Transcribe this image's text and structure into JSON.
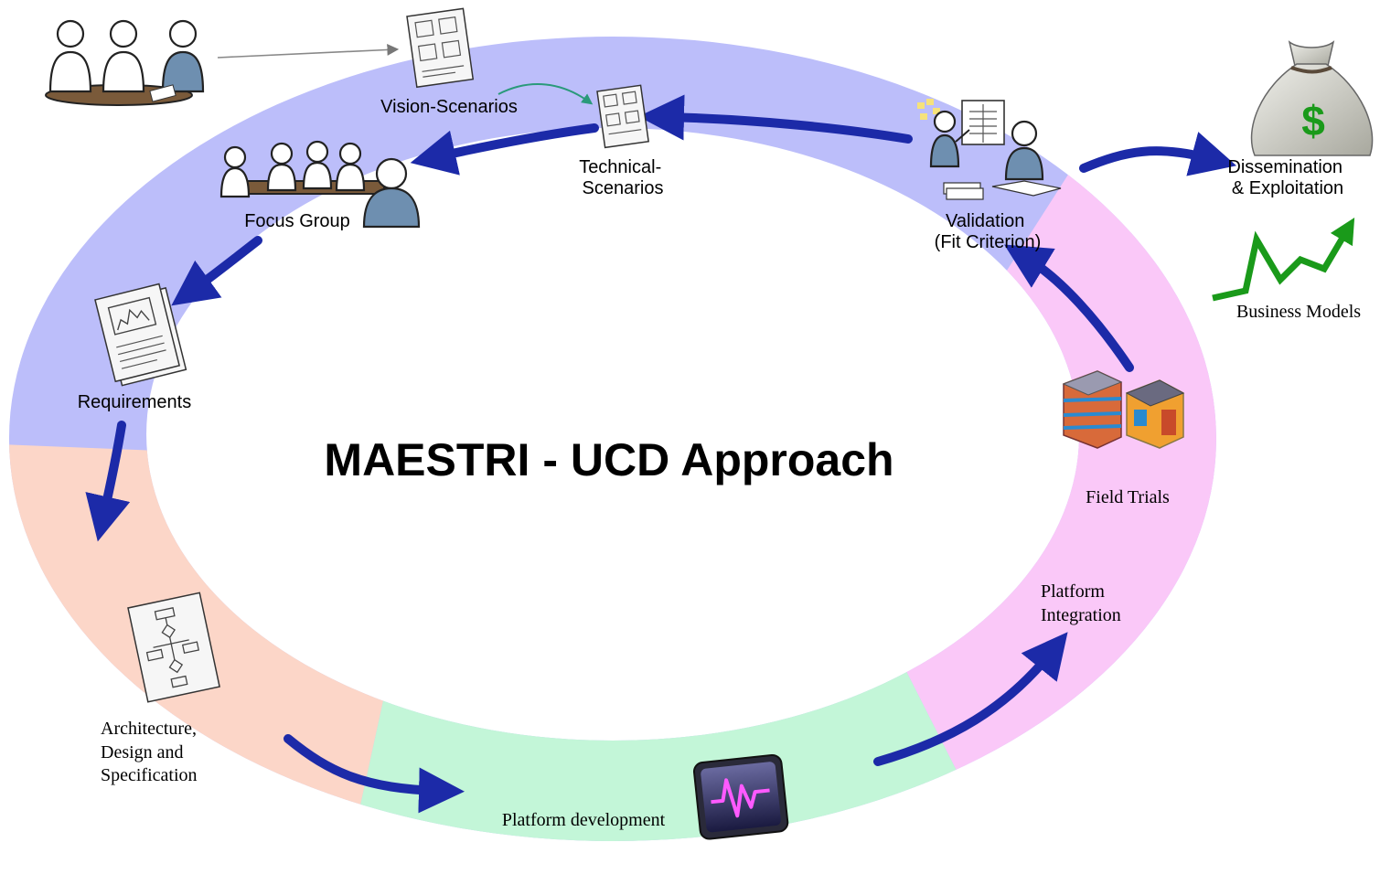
{
  "title": "MAESTRI - UCD Approach",
  "phases": [
    {
      "id": "vision",
      "label": "Vision-Scenarios"
    },
    {
      "id": "technical",
      "label_lines": [
        "Technical-",
        "Scenarios"
      ]
    },
    {
      "id": "focus",
      "label": "Focus Group"
    },
    {
      "id": "requirements",
      "label": "Requirements"
    },
    {
      "id": "architecture",
      "label_lines": [
        "Architecture,",
        "Design and",
        "Specification"
      ]
    },
    {
      "id": "platform_dev",
      "label": "Platform development"
    },
    {
      "id": "platform_integration",
      "label_lines": [
        "Platform",
        "Integration"
      ]
    },
    {
      "id": "field_trials",
      "label": "Field Trials"
    },
    {
      "id": "validation",
      "label_lines": [
        "Validation",
        "(Fit Criterion)"
      ]
    }
  ],
  "outputs": {
    "dissemination_lines": [
      "Dissemination",
      "& Exploitation"
    ],
    "business_models": "Business Models",
    "money_symbol": "$"
  },
  "colors": {
    "ring_blue": "#bcbefa",
    "ring_salmon": "#fcd6c8",
    "ring_green": "#c3f6d8",
    "ring_pink": "#fac8f8",
    "arrow": "#1c2aa8",
    "trend": "#1a9a1a",
    "connector_teal": "#2a9a7a"
  },
  "icons": [
    "people-meeting-icon",
    "storyboard-icon",
    "presentation-icon",
    "document-chart-icon",
    "flowchart-icon",
    "waveform-app-icon",
    "factory-buildings-icon",
    "money-bag-icon",
    "trend-arrow-icon"
  ]
}
